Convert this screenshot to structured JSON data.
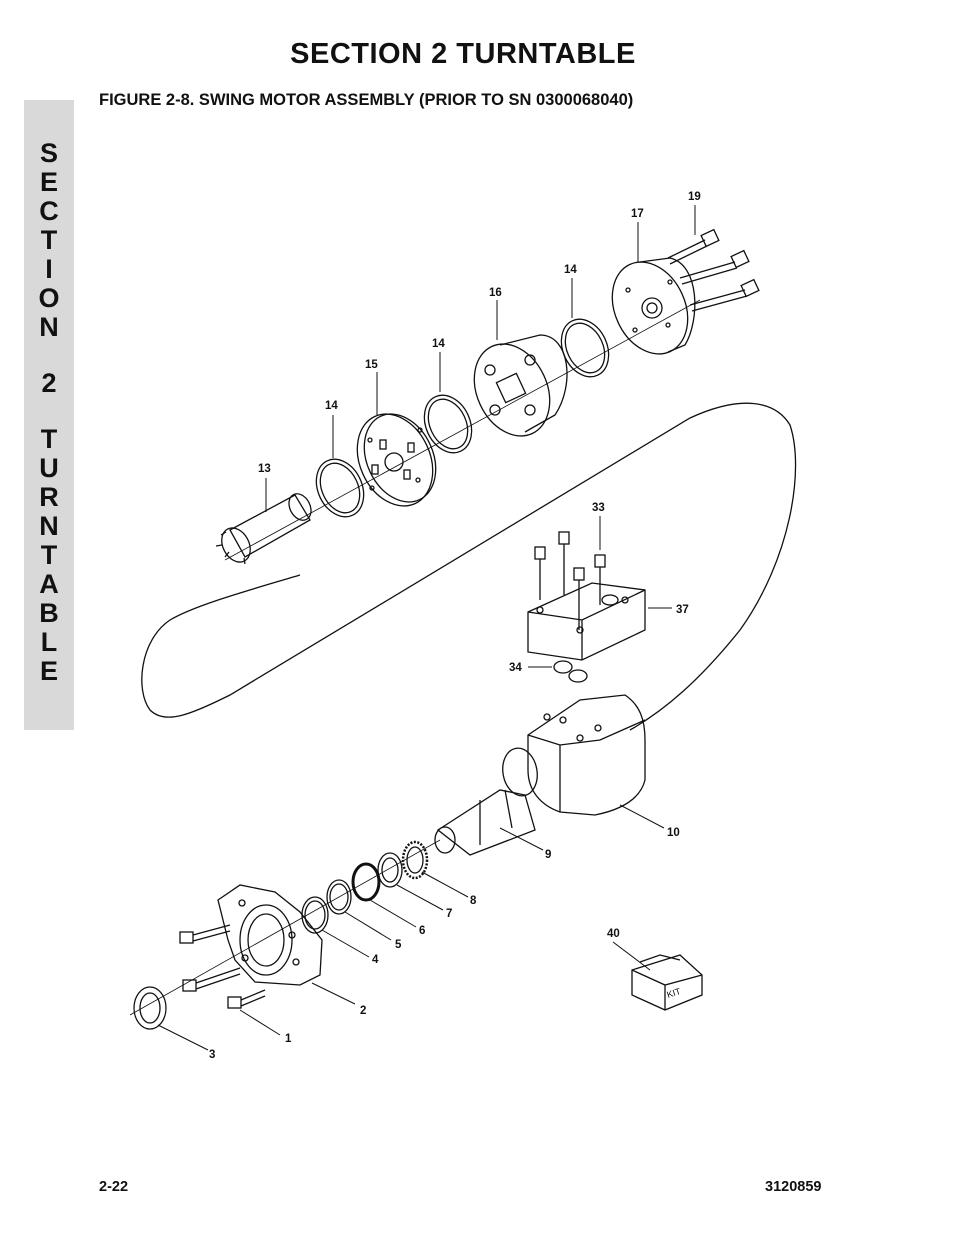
{
  "header": {
    "section_title": "SECTION 2   TURNTABLE",
    "figure_caption": "FIGURE 2-8.    SWING MOTOR ASSEMBLY (PRIOR TO SN 0300068040)"
  },
  "side_tab": {
    "letters": [
      "S",
      "E",
      "C",
      "T",
      "I",
      "O",
      "N",
      "",
      "2",
      "",
      "T",
      "U",
      "R",
      "N",
      "T",
      "A",
      "B",
      "L",
      "E"
    ]
  },
  "callouts": {
    "c1": "1",
    "c2": "2",
    "c3": "3",
    "c4": "4",
    "c5": "5",
    "c6": "6",
    "c7": "7",
    "c8": "8",
    "c9": "9",
    "c10": "10",
    "c13": "13",
    "c14a": "14",
    "c14b": "14",
    "c14c": "14",
    "c15": "15",
    "c16": "16",
    "c17": "17",
    "c19": "19",
    "c33": "33",
    "c34": "34",
    "c37": "37",
    "c40": "40"
  },
  "kit_label": "KIT",
  "footer": {
    "page_number": "2-22",
    "doc_number": "3120859"
  }
}
